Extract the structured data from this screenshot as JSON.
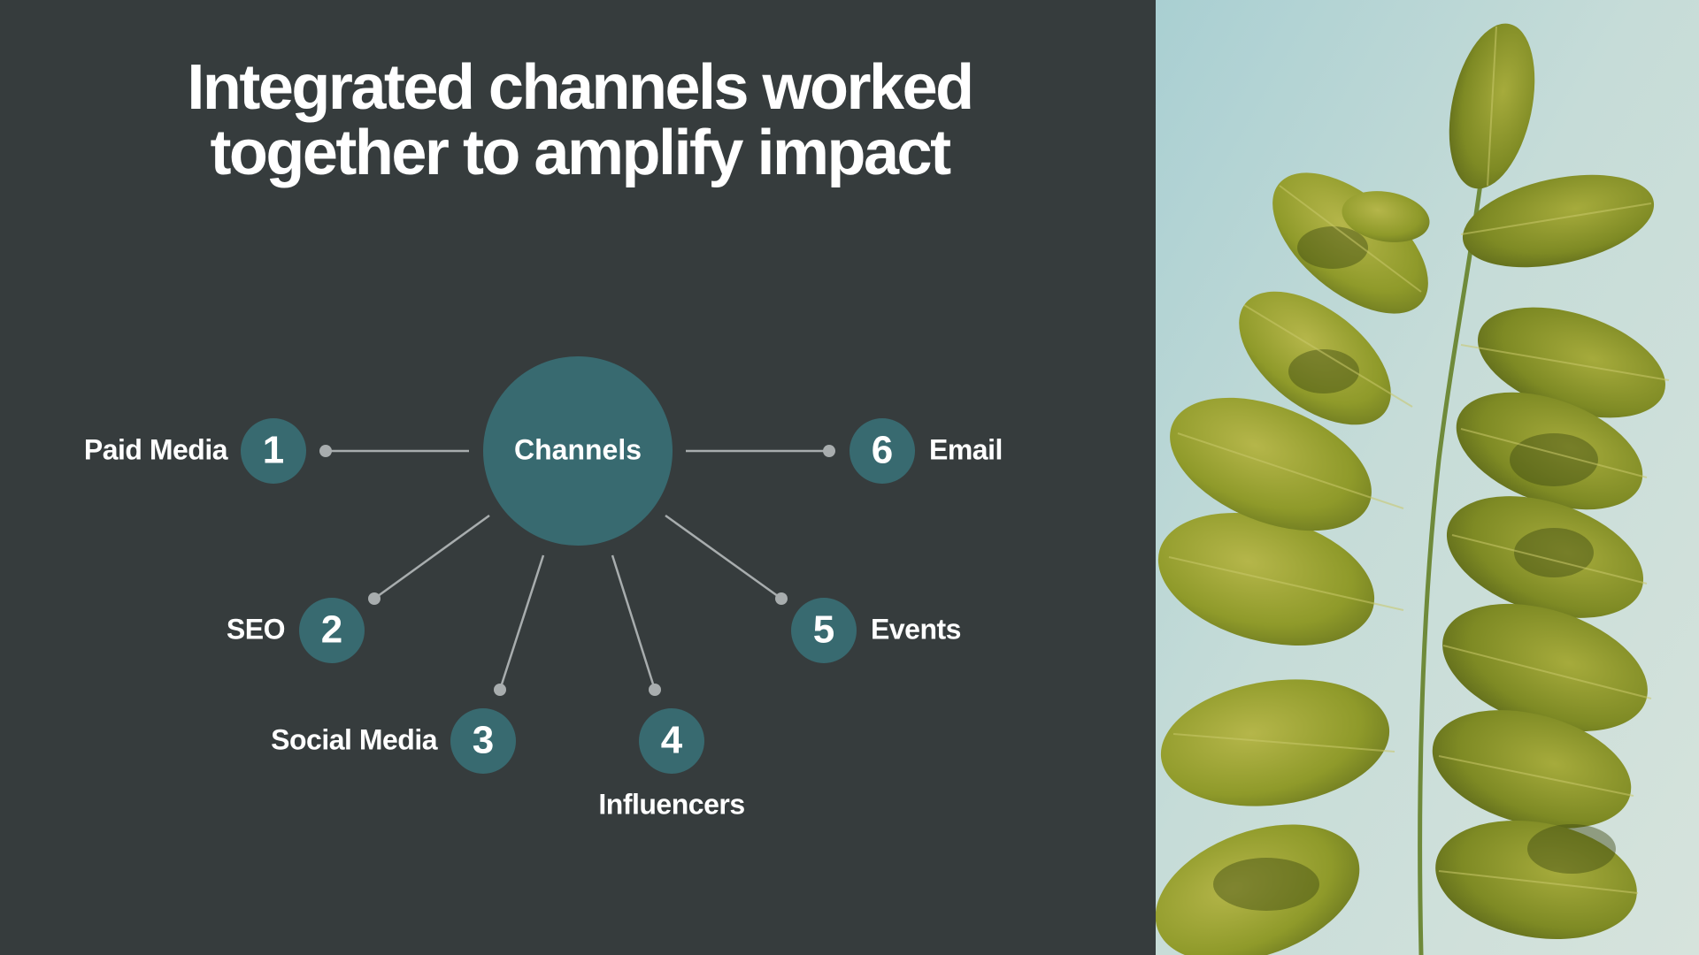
{
  "slide": {
    "title_lines": [
      "Integrated channels worked",
      "together to amplify impact"
    ]
  },
  "diagram": {
    "hub_label": "Channels",
    "nodes": [
      {
        "number": "1",
        "label": "Paid Media"
      },
      {
        "number": "2",
        "label": "SEO"
      },
      {
        "number": "3",
        "label": "Social Media"
      },
      {
        "number": "4",
        "label": "Influencers"
      },
      {
        "number": "5",
        "label": "Events"
      },
      {
        "number": "6",
        "label": "Email"
      }
    ]
  },
  "colors": {
    "background": "#363c3d",
    "accent_teal": "#386a70",
    "connector_gray": "#a8adae",
    "text_white": "#ffffff",
    "sky": "#c9ddd9",
    "leaf_green": "#8f9a2a"
  }
}
